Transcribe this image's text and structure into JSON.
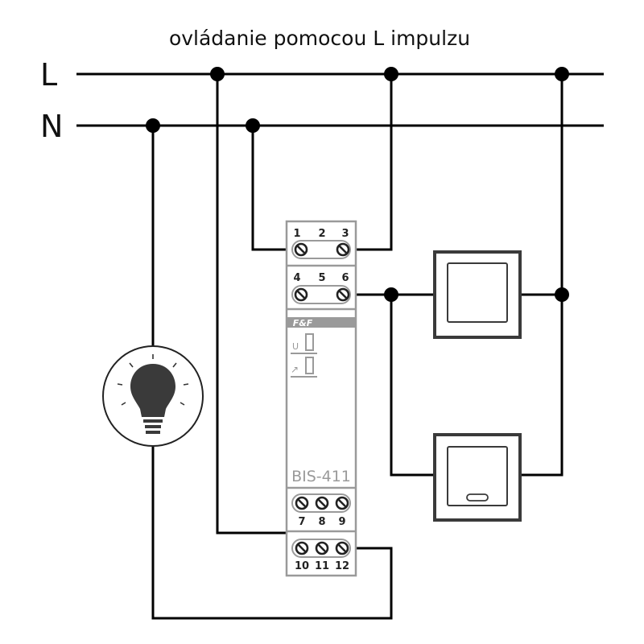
{
  "title": "ovládanie pomocou L impulzu",
  "bus_labels": {
    "line": "L",
    "neutral": "N"
  },
  "relay": {
    "model": "BIS-411",
    "brand": "F&F",
    "terminals_top_row1": [
      "1",
      "2",
      "3"
    ],
    "terminals_top_row2": [
      "4",
      "5",
      "6"
    ],
    "terminals_bottom_row1": [
      "7",
      "8",
      "9"
    ],
    "terminals_bottom_row2": [
      "10",
      "11",
      "12"
    ],
    "indicator_u_label": "U",
    "indicator_relay_label": "↗"
  },
  "components": {
    "lamp": "bulb-icon",
    "pushbutton_1": "pushbutton-plain",
    "pushbutton_2": "pushbutton-with-indicator"
  },
  "colors": {
    "wire": "#000000",
    "relay_gray": "#9a9a9a",
    "bulb": "#3a3a3a"
  }
}
